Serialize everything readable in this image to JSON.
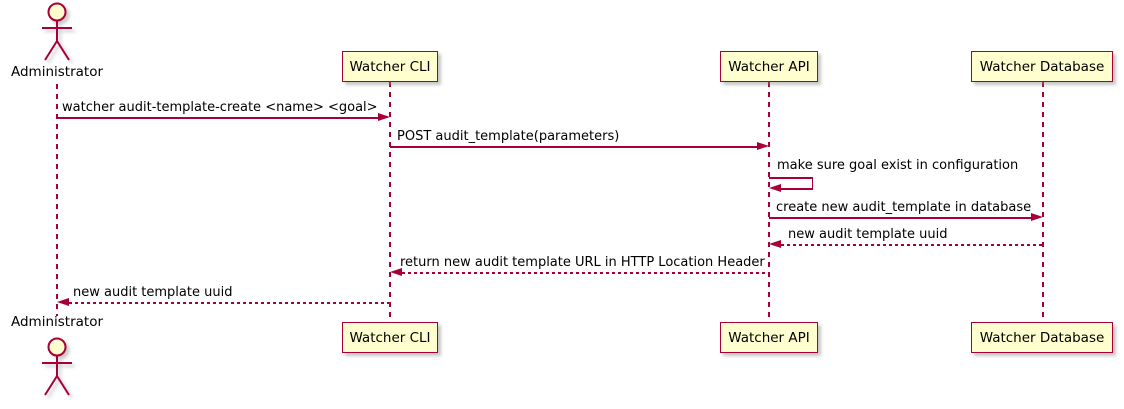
{
  "diagram": {
    "type": "uml-sequence-diagram",
    "colors": {
      "background": "#FFFFFF",
      "participant_fill": "#FEFECE",
      "participant_border": "#A80036",
      "line": "#A80036",
      "text": "#000000"
    },
    "actor": {
      "name": "Administrator"
    },
    "participants": [
      {
        "label": "Watcher CLI"
      },
      {
        "label": "Watcher API"
      },
      {
        "label": "Watcher Database"
      }
    ],
    "messages": [
      {
        "from": "Administrator",
        "to": "Watcher CLI",
        "style": "solid",
        "text": "watcher audit-template-create <name> <goal>"
      },
      {
        "from": "Watcher CLI",
        "to": "Watcher API",
        "style": "solid",
        "text": "POST audit_template(parameters)"
      },
      {
        "from": "Watcher API",
        "to": "Watcher API",
        "style": "solid-self",
        "text": "make sure goal exist in configuration"
      },
      {
        "from": "Watcher API",
        "to": "Watcher Database",
        "style": "solid",
        "text": "create new audit_template in database"
      },
      {
        "from": "Watcher Database",
        "to": "Watcher API",
        "style": "dashed",
        "text": "new audit template uuid"
      },
      {
        "from": "Watcher API",
        "to": "Watcher CLI",
        "style": "dashed",
        "text": "return new audit template URL in HTTP Location Header"
      },
      {
        "from": "Watcher CLI",
        "to": "Administrator",
        "style": "dashed",
        "text": "new audit template uuid"
      }
    ]
  }
}
